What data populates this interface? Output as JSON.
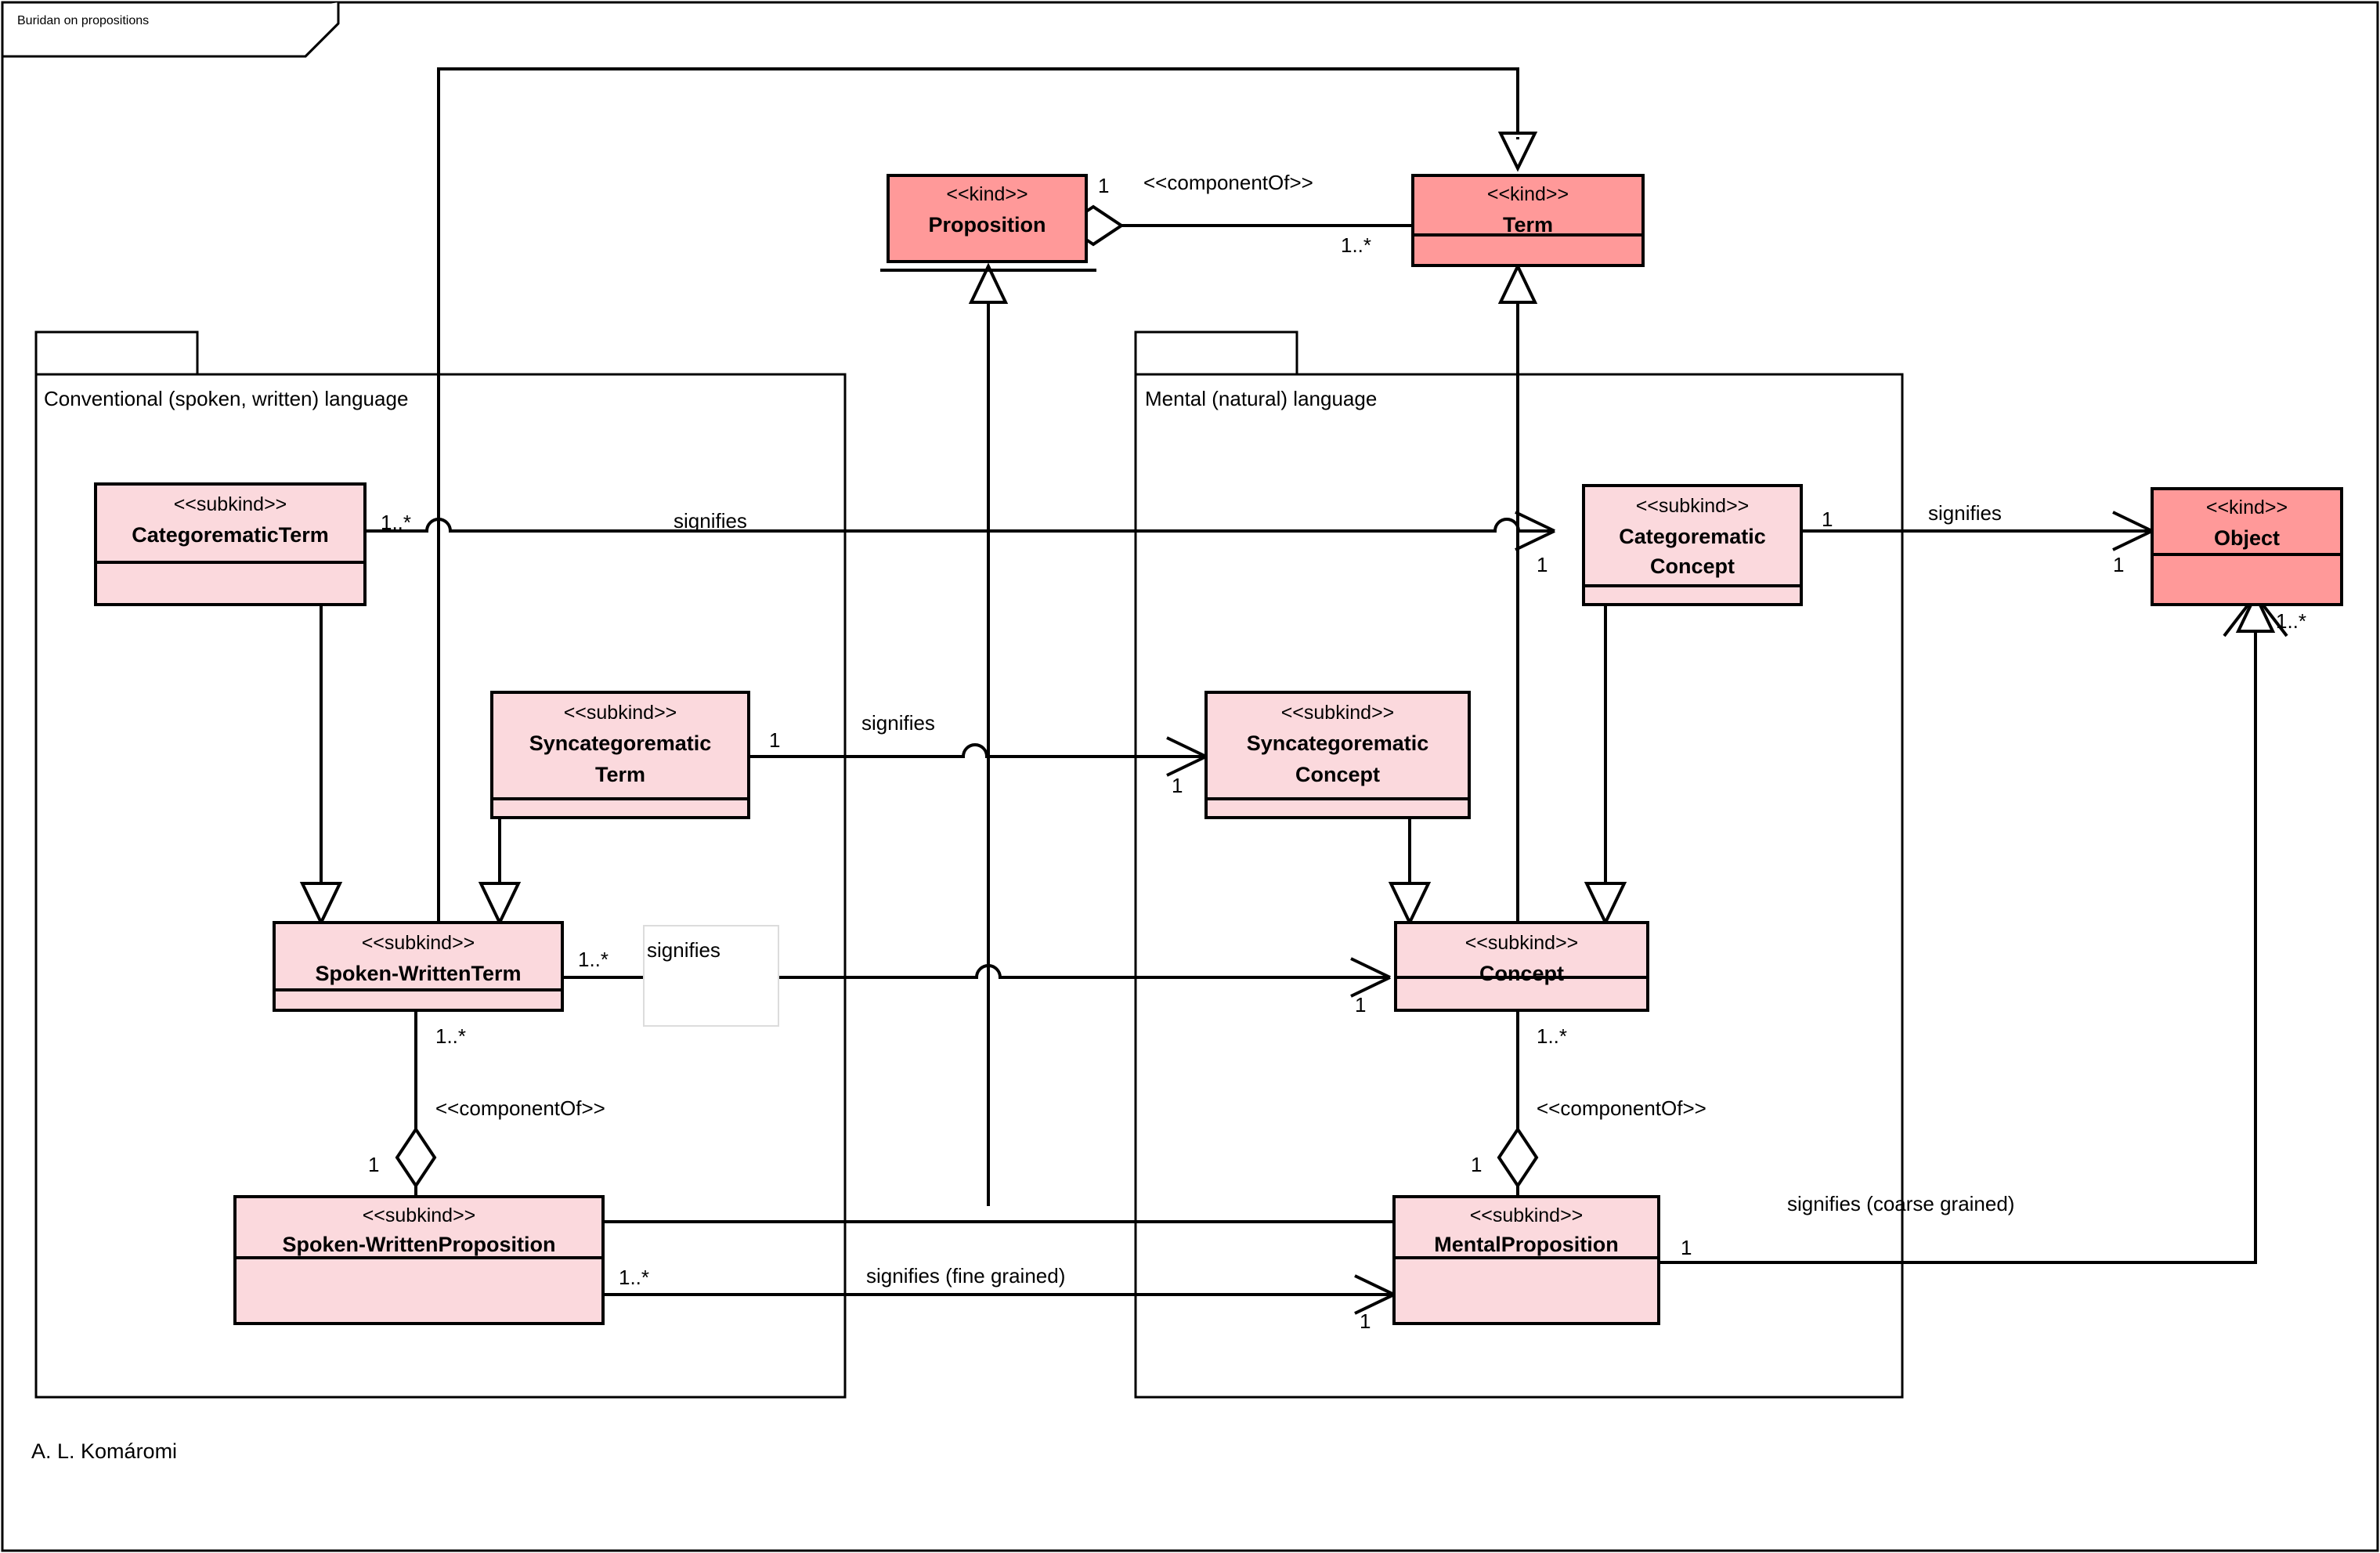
{
  "diagram": {
    "title": "Buridan on propositions",
    "author": "A. L. Komáromi",
    "colors": {
      "kind": "#FF9999",
      "subkind": "#FBD9DD",
      "line": "#000000",
      "background": "#FFFFFF"
    }
  },
  "packages": [
    {
      "id": "conventional",
      "label": "Conventional (spoken, written) language"
    },
    {
      "id": "mental",
      "label": "Mental (natural) language"
    }
  ],
  "classes": [
    {
      "id": "proposition",
      "stereotype": "<<kind>>",
      "name": "Proposition",
      "name2": ""
    },
    {
      "id": "term",
      "stereotype": "<<kind>>",
      "name": "Term",
      "name2": ""
    },
    {
      "id": "object",
      "stereotype": "<<kind>>",
      "name": "Object",
      "name2": ""
    },
    {
      "id": "categorematicterm",
      "stereotype": "<<subkind>>",
      "name": "CategorematicTerm",
      "name2": ""
    },
    {
      "id": "syncatterm",
      "stereotype": "<<subkind>>",
      "name": "Syncategorematic",
      "name2": "Term"
    },
    {
      "id": "spokenwrittenterm",
      "stereotype": "<<subkind>>",
      "name": "Spoken-WrittenTerm",
      "name2": ""
    },
    {
      "id": "spokenwrittenprop",
      "stereotype": "<<subkind>>",
      "name": "Spoken-WrittenProposition",
      "name2": ""
    },
    {
      "id": "categorematiccon",
      "stereotype": "<<subkind>>",
      "name": "Categorematic",
      "name2": "Concept"
    },
    {
      "id": "syncatconcept",
      "stereotype": "<<subkind>>",
      "name": "Syncategorematic",
      "name2": "Concept"
    },
    {
      "id": "concept",
      "stereotype": "<<subkind>>",
      "name": "Concept",
      "name2": ""
    },
    {
      "id": "mentalprop",
      "stereotype": "<<subkind>>",
      "name": "MentalProposition",
      "name2": ""
    }
  ],
  "edge_labels": {
    "componentof_prop_term": "<<componentOf>>",
    "componentof_swterm": "<<componentOf>>",
    "componentof_concept": "<<componentOf>>",
    "signifies_catterm": "signifies",
    "signifies_catconcept": "signifies",
    "signifies_syncatterm": "signifies",
    "signifies_swterm": "signifies",
    "signifies_fine": "signifies (fine grained)",
    "signifies_coarse": "signifies (coarse grained)"
  },
  "multiplicities": {
    "prop_1": "1",
    "term_1n": "1..*",
    "catterm_1n": "1..*",
    "catconcept_1": "1",
    "catconcept_in_1": "1",
    "object_1": "1",
    "object_in_1": "1",
    "object_1n": "1..*",
    "syncatterm_1": "1",
    "syncatconcept_1": "1",
    "swterm_1n": "1..*",
    "concept_in_1": "1",
    "swterm_comp_1n": "1..*",
    "swprop_comp_1": "1",
    "concept_comp_1n": "1..*",
    "mentalprop_comp_1": "1",
    "swprop_fine_1n": "1..*",
    "mentalprop_fine_1": "1",
    "mentalprop_coarse_1": "1"
  }
}
